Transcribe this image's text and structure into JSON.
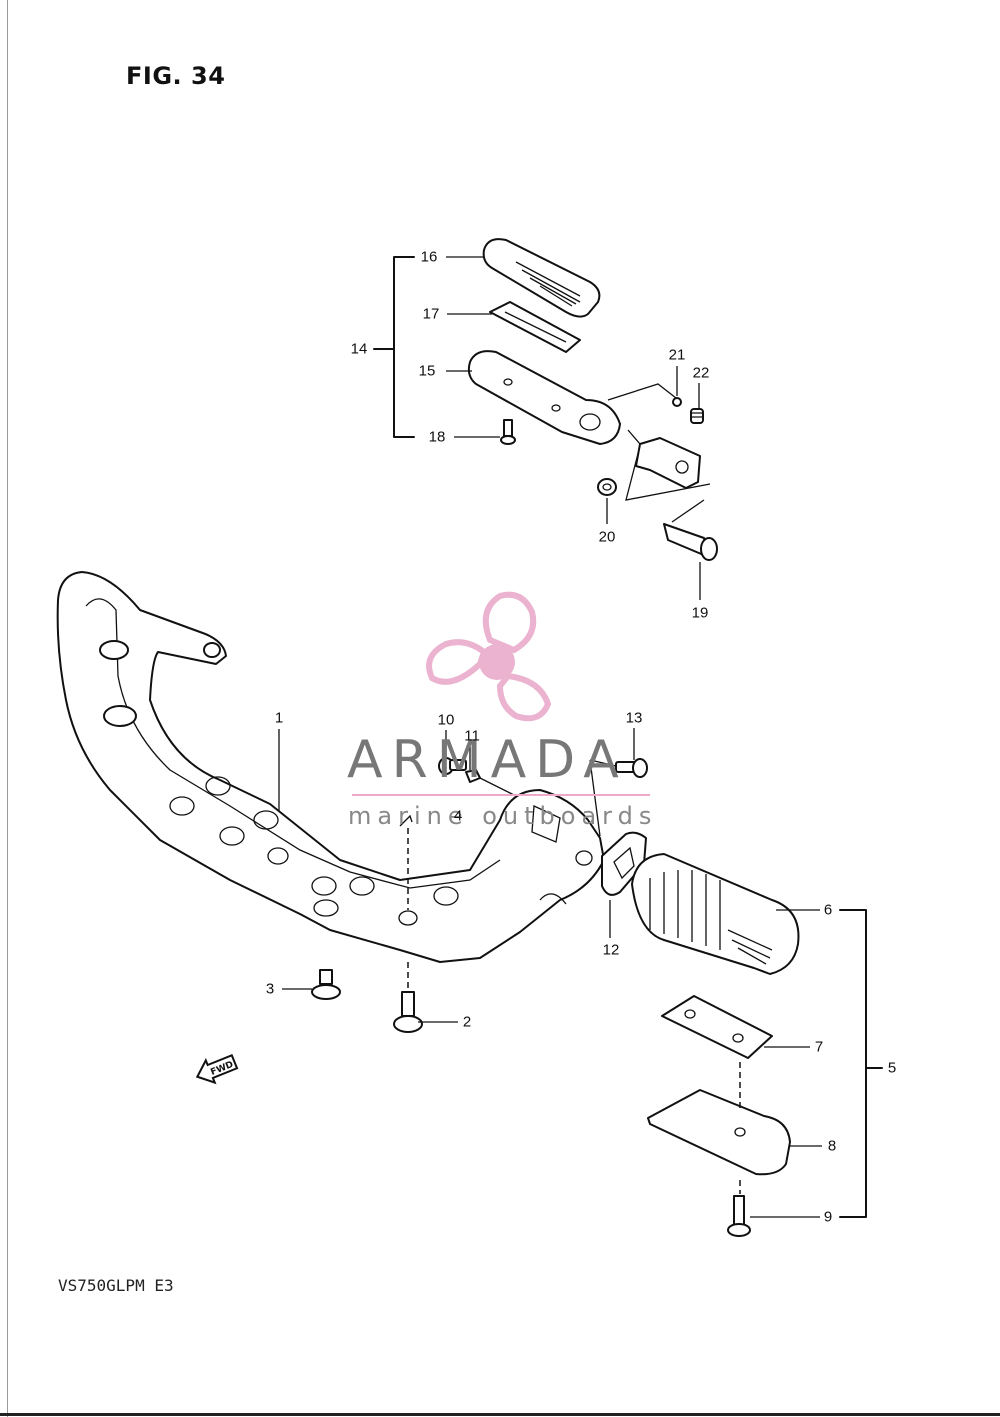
{
  "figure": {
    "title": "FIG. 34",
    "model": "VS750GLPM E3"
  },
  "watermark": {
    "brand": "ARMADA",
    "tagline": "marine outboards",
    "logo_color": "#e8a6c8"
  },
  "fwd_arrow": {
    "label": "FWD"
  },
  "callouts": [
    "1",
    "2",
    "3",
    "4",
    "5",
    "6",
    "7",
    "8",
    "9",
    "10",
    "11",
    "12",
    "13",
    "14",
    "15",
    "16",
    "17",
    "18",
    "19",
    "20",
    "21",
    "22"
  ]
}
